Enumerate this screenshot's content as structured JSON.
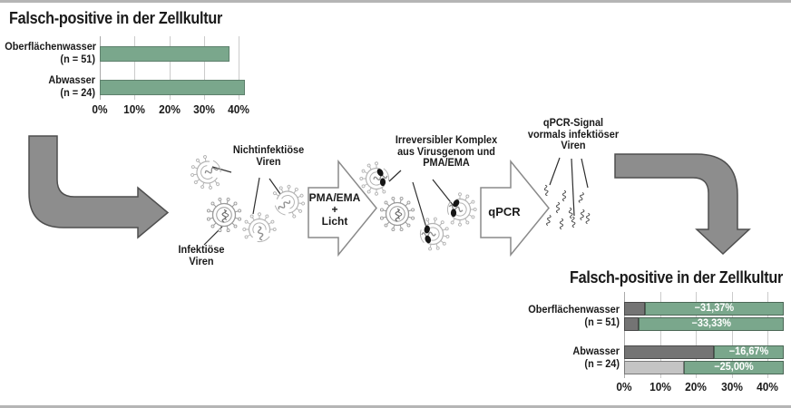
{
  "top_chart": {
    "title": "Falsch-positive in der Zellkultur",
    "rows": [
      {
        "label": [
          "Oberflächenwasser",
          "(n = 51)"
        ],
        "value_pct": 37.25
      },
      {
        "label": [
          "Abwasser",
          "(n = 24)"
        ],
        "value_pct": 41.67
      }
    ],
    "x_ticks": [
      "0%",
      "10%",
      "20%",
      "30%",
      "40%"
    ]
  },
  "flow": {
    "noninfectious_label": [
      "Nichtinfektiöse",
      "Viren"
    ],
    "infectious_label": [
      "Infektiöse",
      "Viren"
    ],
    "pma_arrow_label": [
      "PMA/EMA",
      "+",
      "Licht"
    ],
    "complex_label": [
      "Irreversibler Komplex",
      "aus Virusgenom und",
      "PMA/EMA"
    ],
    "qpcr_arrow_label": "qPCR",
    "signal_label": [
      "qPCR-Signal",
      "vormals infektiöser",
      "Viren"
    ]
  },
  "bottom_chart": {
    "title": "Falsch-positive in der Zellkultur",
    "rows": [
      {
        "label": [
          "Oberflächenwasser",
          "(n = 51)"
        ],
        "bars": [
          {
            "remaining_pct": 5.88,
            "reduction_pct": 31.37,
            "reduction_label": "−31,37%",
            "tone": "dark"
          },
          {
            "remaining_pct": 3.92,
            "reduction_pct": 33.33,
            "reduction_label": "−33,33%",
            "tone": "dark"
          }
        ]
      },
      {
        "label": [
          "Abwasser",
          "(n = 24)"
        ],
        "bars": [
          {
            "remaining_pct": 25.0,
            "reduction_pct": 16.67,
            "reduction_label": "−16,67%",
            "tone": "dark"
          },
          {
            "remaining_pct": 16.67,
            "reduction_pct": 25.0,
            "reduction_label": "−25,00%",
            "tone": "light"
          }
        ]
      }
    ],
    "x_ticks": [
      "0%",
      "10%",
      "20%",
      "30%",
      "40%"
    ]
  },
  "colors": {
    "bar_green": "#7aa78c",
    "segment_dark_gray": "#747474",
    "segment_light_gray": "#c4c4c4",
    "flow_arrow_gray": "#8d8d8d"
  },
  "chart_data": [
    {
      "type": "bar",
      "orientation": "horizontal",
      "title": "Falsch-positive in der Zellkultur",
      "categories": [
        "Oberflächenwasser (n = 51)",
        "Abwasser (n = 24)"
      ],
      "values": [
        37.25,
        41.67
      ],
      "xlabel": "",
      "ylabel": "",
      "x_ticks": [
        "0%",
        "10%",
        "20%",
        "30%",
        "40%"
      ],
      "xlim": [
        0,
        44.4
      ],
      "grid": true,
      "bar_color": "#7aa78c"
    },
    {
      "type": "bar",
      "orientation": "horizontal",
      "stacked": true,
      "title": "Falsch-positive in der Zellkultur",
      "categories": [
        "Oberflächenwasser (n = 51) – Balken 1",
        "Oberflächenwasser (n = 51) – Balken 2",
        "Abwasser (n = 24) – Balken 1",
        "Abwasser (n = 24) – Balken 2"
      ],
      "series": [
        {
          "name": "segment_gray",
          "values": [
            5.88,
            3.92,
            25.0,
            16.67
          ],
          "colors": [
            "#747474",
            "#747474",
            "#747474",
            "#c4c4c4"
          ]
        },
        {
          "name": "segment_green",
          "values": [
            31.37,
            33.33,
            16.67,
            25.0
          ],
          "color": "#7aa78c",
          "data_labels": [
            "−31,37%",
            "−33,33%",
            "−16,67%",
            "−25,00%"
          ]
        }
      ],
      "x_ticks": [
        "0%",
        "10%",
        "20%",
        "30%",
        "40%"
      ],
      "xlim": [
        0,
        44.4
      ],
      "grid": true
    }
  ]
}
